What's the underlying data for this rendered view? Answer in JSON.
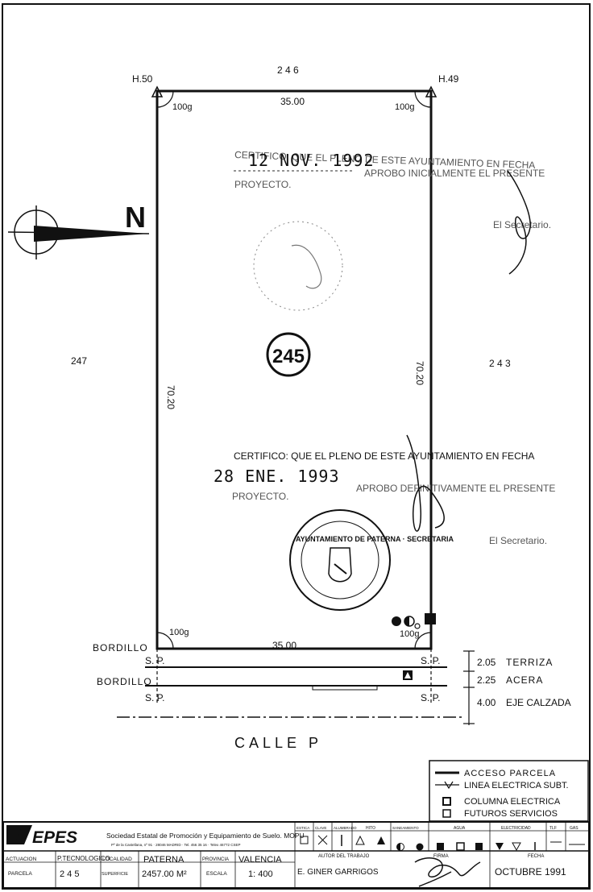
{
  "plot": {
    "north_lot": "2 4 6",
    "west_lot": "247",
    "east_lot": "2 4 3",
    "corner_nw": "H.50",
    "corner_ne": "H.49",
    "angle_nw": "100g",
    "angle_ne": "100g",
    "angle_sw": "100g",
    "angle_se": "100g",
    "top_width": "35.00",
    "bottom_width": "35.00",
    "left_length": "70.20",
    "right_length": "70.20",
    "parcel_number": "245",
    "north_label": "N"
  },
  "certificate_1": {
    "line1": "CERTIFICO: QUE EL PLENO DE ESTE AYUNTAMIENTO EN FECHA",
    "date": "12 NOV. 1992",
    "line2": "APROBO INICIALMENTE EL PRESENTE",
    "line3": "PROYECTO.",
    "signer": "El Secretario."
  },
  "certificate_2": {
    "line1": "CERTIFICO: QUE EL PLENO DE ESTE AYUNTAMIENTO EN FECHA",
    "date": "28 ENE. 1993",
    "line2": "APROBO DEFINITIVAMENTE EL PRESENTE",
    "line3": "PROYECTO.",
    "signer": "El Secretario.",
    "seal_text": "AYUNTAMIENTO DE PATERNA · SECRETARIA"
  },
  "street": {
    "bordillo_1": "BORDILLO",
    "bordillo_2": "BORDILLO",
    "sp": "S. P.",
    "dims": [
      {
        "value": "2.05",
        "label": "TERRIZA"
      },
      {
        "value": "2.25",
        "label": "ACERA"
      },
      {
        "value": "4.00",
        "label": "EJE CALZADA"
      }
    ],
    "name": "CALLE  P"
  },
  "legend": [
    {
      "icon": "access-line",
      "label": "ACCESO PARCELA"
    },
    {
      "icon": "underground-line",
      "label": "LINEA ELECTRICA SUBT."
    },
    {
      "icon": "column-square",
      "label": "COLUMNA ELECTRICA"
    },
    {
      "icon": "future-square",
      "label": "FUTUROS SERVICIOS"
    }
  ],
  "title_block": {
    "company_logo": "EPES",
    "company_name": "Sociedad Estatal de Promoción y Equipamiento de Suelo. MOPU",
    "company_address": "Pº de la Castellana, nº 91 · 28046 MADRID · Tel. 456 35 16 · Telex 46772 CSEP",
    "service_headers": [
      "ESTICA",
      "CLAVE",
      "ALUMBRADO",
      "HITO",
      "SANEAMIENTO",
      "AGUA",
      "ELECTRICIDAD",
      "TLF",
      "GAS"
    ],
    "actuacion_label": "ACTUACION",
    "actuacion_value": "P.TECNOLOGICO",
    "parcela_label": "PARCELA",
    "parcela_value": "2 4 5",
    "localidad_label": "LOCALIDAD",
    "localidad_value": "PATERNA",
    "superficie_label": "SUPERFICIE",
    "superficie_value": "2457.00 M²",
    "provincia_label": "PROVINCIA",
    "provincia_value": "VALENCIA",
    "escala_label": "ESCALA",
    "escala_value": "1: 400",
    "autor_label": "AUTOR DEL TRABAJO",
    "autor_value": "E. GINER GARRIGOS",
    "firma_label": "FIRMA",
    "fecha_label": "FECHA",
    "fecha_value": "OCTUBRE  1991"
  }
}
